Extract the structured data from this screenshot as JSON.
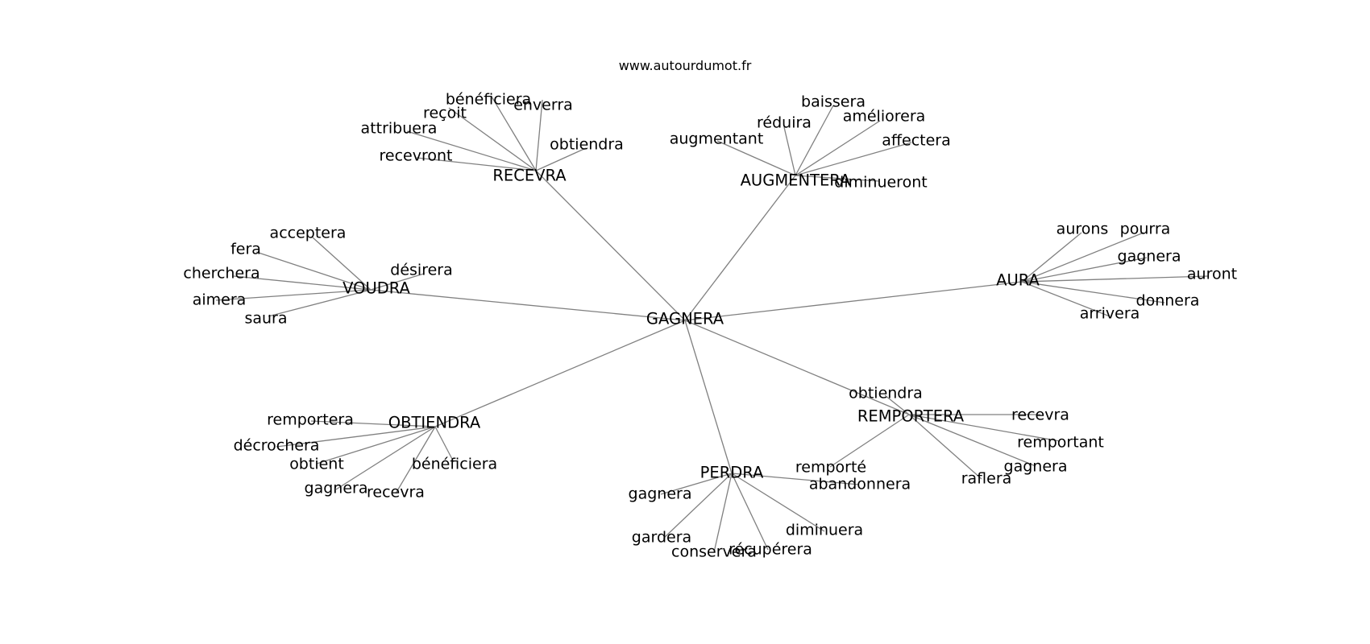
{
  "site": "www.autourdumot.fr",
  "graph": {
    "center": "GAGNERA",
    "clusters": [
      {
        "hub": "RECEVRA",
        "words": [
          "bénéficiera",
          "enverra",
          "reçoit",
          "attribuera",
          "obtiendra",
          "recevront"
        ]
      },
      {
        "hub": "AUGMENTERA",
        "words": [
          "baissera",
          "réduira",
          "améliorera",
          "augmentant",
          "affectera",
          "diminueront"
        ]
      },
      {
        "hub": "VOUDRA",
        "words": [
          "acceptera",
          "fera",
          "désirera",
          "cherchera",
          "aimera",
          "saura"
        ]
      },
      {
        "hub": "AURA",
        "words": [
          "aurons",
          "pourra",
          "gagnera",
          "auront",
          "donnera",
          "arrivera"
        ]
      },
      {
        "hub": "OBTIENDRA",
        "words": [
          "remportera",
          "décrochera",
          "obtient",
          "bénéficiera",
          "gagnera",
          "recevra"
        ]
      },
      {
        "hub": "REMPORTERA",
        "words": [
          "obtiendra",
          "recevra",
          "remportant",
          "remporté",
          "gagnera",
          "raflera"
        ]
      },
      {
        "hub": "PERDRA",
        "words": [
          "abandonnera",
          "gagnera",
          "diminuera",
          "gardera",
          "récupérera",
          "conservera"
        ]
      }
    ]
  }
}
